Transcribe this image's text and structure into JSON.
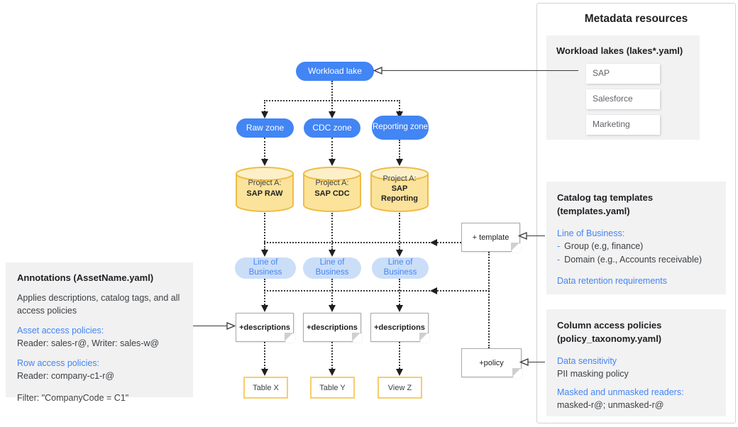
{
  "diagram": {
    "workload_lake": "Workload lake",
    "zones": [
      "Raw zone",
      "CDC zone",
      "Reporting zone"
    ],
    "projects": [
      {
        "line1": "Project A:",
        "line2": "SAP RAW"
      },
      {
        "line1": "Project A:",
        "line2": "SAP CDC"
      },
      {
        "line1": "Project A:",
        "line2": "SAP Reporting"
      }
    ],
    "lob_label": "Line of Business",
    "descriptions_label": "+descriptions",
    "template_label": "+ template",
    "policy_label": "+policy",
    "tables": [
      "Table X",
      "Table Y",
      "View Z"
    ]
  },
  "annotations_panel": {
    "title": "Annotations (AssetName.yaml)",
    "description": "Applies descriptions, catalog tags, and all access policies",
    "asset_policies_heading": "Asset access policies:",
    "asset_policies_value": "Reader: sales-r@, Writer: sales-w@",
    "row_policies_heading": "Row access policies:",
    "row_policies_value": "Reader: company-c1-r@",
    "filter_value": "Filter: \"CompanyCode = C1\""
  },
  "metadata_panel": {
    "title": "Metadata resources",
    "workload_lakes": {
      "heading": "Workload lakes (lakes*.yaml)",
      "items": [
        "SAP",
        "Salesforce",
        "Marketing"
      ]
    },
    "catalog_templates": {
      "heading_line1": "Catalog tag templates",
      "heading_line2": "(templates.yaml)",
      "lob_heading": "Line of Business:",
      "dash": "-",
      "bullets": [
        "Group (e.g, finance)",
        "Domain (e.g., Accounts receivable)"
      ],
      "retention_heading": "Data retention requirements"
    },
    "column_policies": {
      "heading_line1": "Column access policies",
      "heading_line2": "(policy_taxonomy.yaml)",
      "sensitivity_heading": "Data sensitivity",
      "sensitivity_value": "PII masking policy",
      "readers_heading": "Masked and unmasked readers:",
      "readers_value": "masked-r@; unmasked-r@"
    }
  },
  "colors": {
    "accent_blue": "#4285f4",
    "lob_pill_fill": "#cbdef8",
    "cylinder_fill": "#fbe39b",
    "cylinder_top_fill": "#fdf0c9",
    "cylinder_stroke": "#efbc45",
    "table_border": "#f6cd6b",
    "panel_gray": "#f1f1f2"
  }
}
